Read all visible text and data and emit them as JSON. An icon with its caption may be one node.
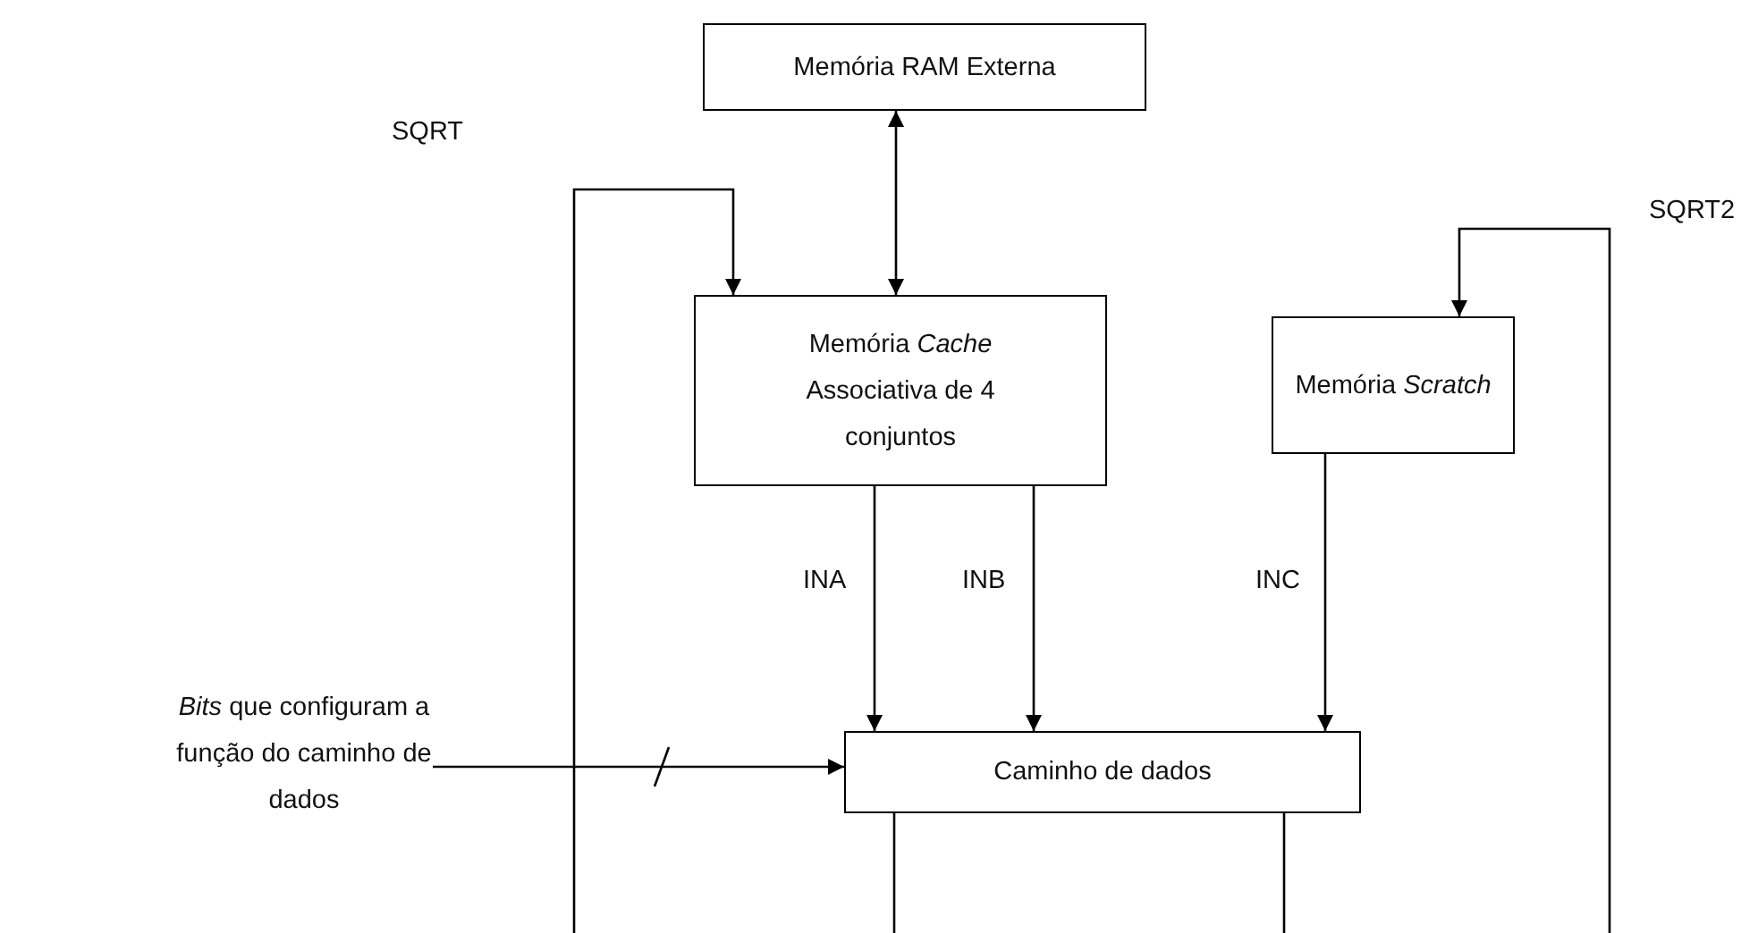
{
  "diagram": {
    "nodes": [
      {
        "text": [
          "Memória RAM Externa"
        ]
      },
      {
        "text": [
          "Memória *Cache* Associativa de 4 conjuntos"
        ]
      },
      {
        "text": [
          "Memória *Scratch*"
        ]
      },
      {
        "text": [
          "Caminho de dados"
        ]
      },
      {
        "text": [
          "*Bits* que configuram a função do caminho de dados"
        ]
      }
    ],
    "edges": [
      {
        "from": 0,
        "to": 1,
        "arrow": "both"
      },
      {
        "from": null,
        "to": 1,
        "arrow": "to",
        "label": "SQRT"
      },
      {
        "from": null,
        "to": 2,
        "arrow": "to",
        "label": "SQRT2"
      },
      {
        "from": 1,
        "to": 3,
        "arrow": "to",
        "label": "INA"
      },
      {
        "from": 1,
        "to": 3,
        "arrow": "to",
        "label": "INB"
      },
      {
        "from": 2,
        "to": 3,
        "arrow": "to",
        "label": "INC"
      },
      {
        "from": 4,
        "to": 3,
        "arrow": "to"
      },
      {
        "from": 3,
        "to": null,
        "arrow": "none"
      },
      {
        "from": 3,
        "to": null,
        "arrow": "none"
      }
    ]
  }
}
